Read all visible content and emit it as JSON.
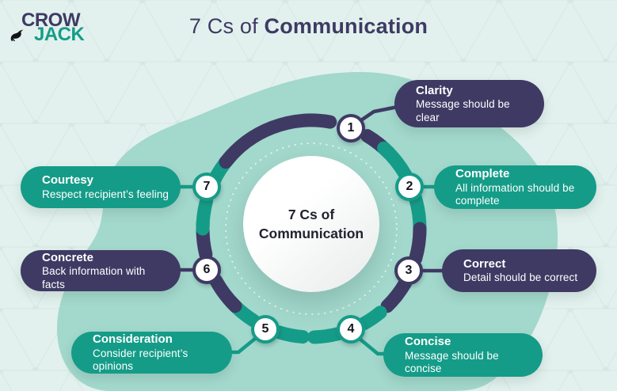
{
  "logo": {
    "line1": "CROW",
    "line2": "JACK",
    "bird_icon": "crow-icon"
  },
  "header": {
    "title_regular": "7 Cs of ",
    "title_bold": "Communication"
  },
  "center": {
    "line1": "7 Cs of",
    "line2": "Communication"
  },
  "palette": {
    "navy": "#3f3a64",
    "teal": "#159c88",
    "blob": "#a3d8cc",
    "background": "#e2f1ed",
    "white": "#ffffff"
  },
  "items": [
    {
      "number": "1",
      "title": "Clarity",
      "description": "Message should be clear",
      "color": "navy"
    },
    {
      "number": "2",
      "title": "Complete",
      "description": "All information should be complete",
      "color": "teal"
    },
    {
      "number": "3",
      "title": "Correct",
      "description": "Detail should be correct",
      "color": "navy"
    },
    {
      "number": "4",
      "title": "Concise",
      "description": "Message should be concise",
      "color": "teal"
    },
    {
      "number": "5",
      "title": "Consideration",
      "description": "Consider recipient’s opinions",
      "color": "teal"
    },
    {
      "number": "6",
      "title": "Concrete",
      "description": "Back information with facts",
      "color": "navy"
    },
    {
      "number": "7",
      "title": "Courtesy",
      "description": "Respect recipient’s feeling",
      "color": "teal"
    }
  ]
}
